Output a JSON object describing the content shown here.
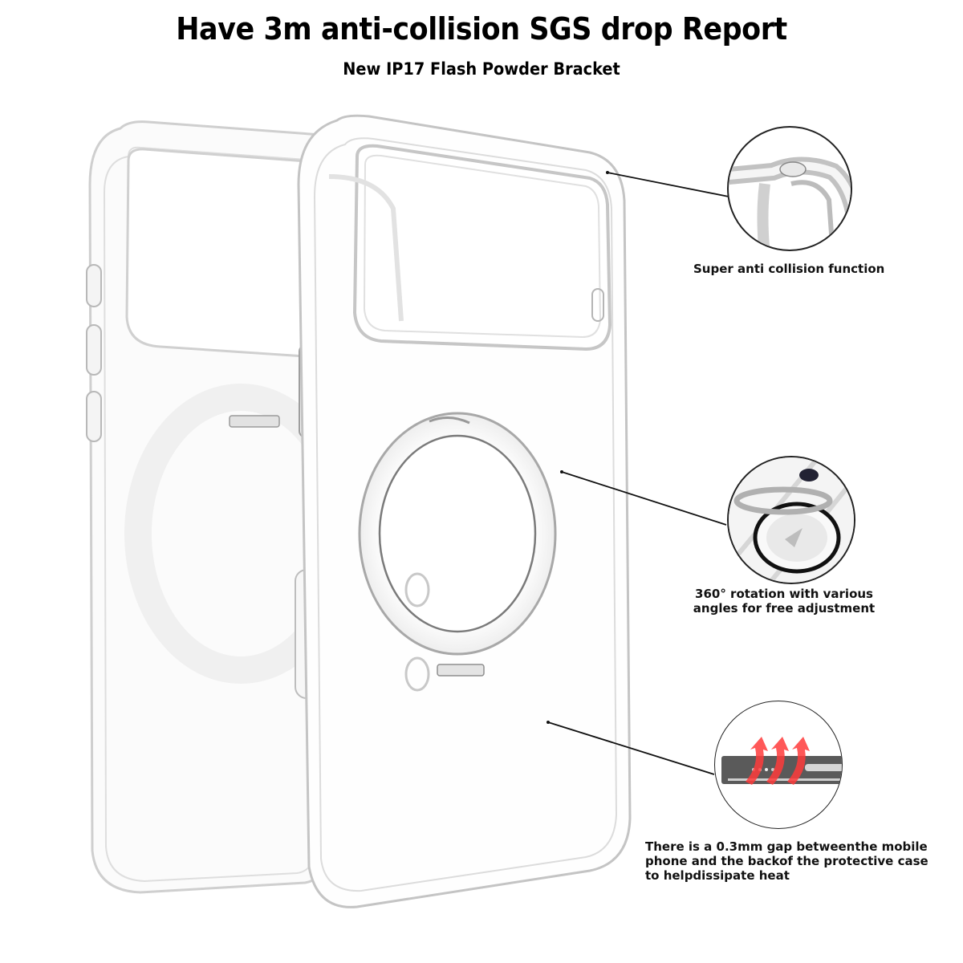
{
  "header": {
    "title": "Have 3m anti-collision SGS drop Report",
    "subtitle": "New IP17 Flash Powder Bracket"
  },
  "product": {
    "name": "Clear phone case with rotating ring bracket",
    "views": [
      "back-case-left",
      "front-case-right"
    ]
  },
  "callouts": [
    {
      "id": "corner",
      "icon": "corner-bumper-closeup-icon",
      "text": "Super anti collision function"
    },
    {
      "id": "ring",
      "icon": "ring-stand-closeup-icon",
      "line1": "360° rotation with various",
      "line2": "angles for free adjustment"
    },
    {
      "id": "gap",
      "icon": "heat-dissipation-closeup-icon",
      "line1": "There is a 0.3mm gap betweenthe mobile",
      "line2": "phone and the backof the protective case",
      "line3": "to helpdissipate heat"
    }
  ],
  "colors": {
    "background": "#ffffff",
    "text": "#000000",
    "case_edge": "#c8c8c8",
    "heat_arrow": "#ff3b3b",
    "gap_bar": "#555555"
  }
}
